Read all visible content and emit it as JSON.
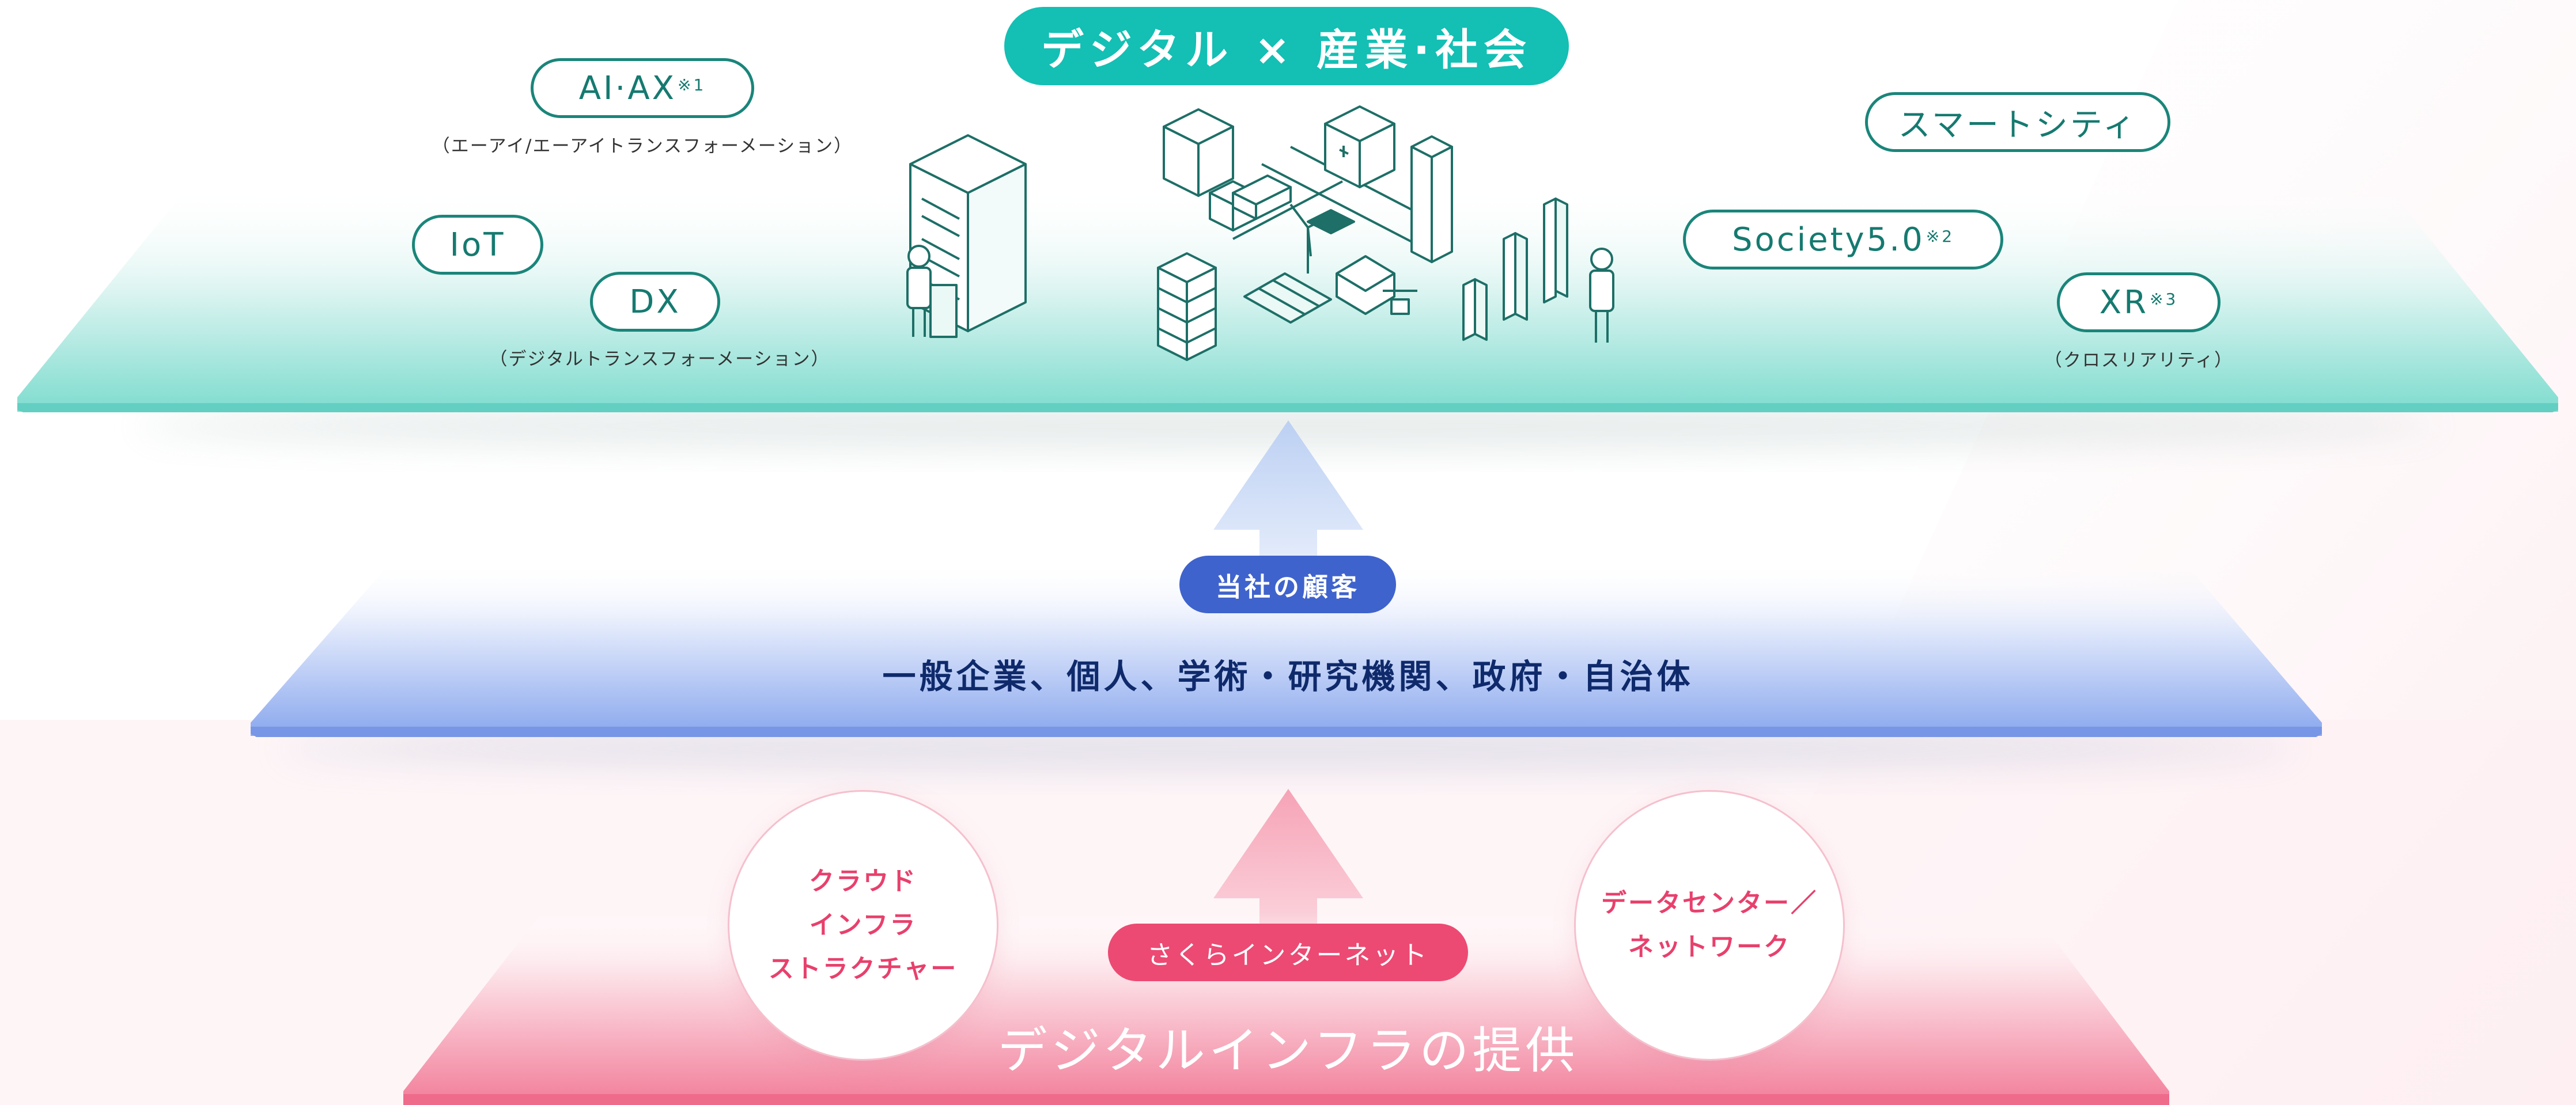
{
  "header": {
    "title": "デジタル × 産業·社会"
  },
  "top_tags": [
    {
      "label": "AI·AX",
      "note": "※1",
      "sub": "（エーアイ/エーアイトランスフォーメーション）"
    },
    {
      "label": "IoT",
      "note": "",
      "sub": ""
    },
    {
      "label": "DX",
      "note": "",
      "sub": "（デジタルトランスフォーメーション）"
    },
    {
      "label": "スマートシティ",
      "note": "",
      "sub": ""
    },
    {
      "label": "Society5.0",
      "note": "※2",
      "sub": ""
    },
    {
      "label": "XR",
      "note": "※3",
      "sub": "（クロスリアリティ）"
    }
  ],
  "customers": {
    "label": "当社の顧客",
    "text": "一般企業、個人、学術・研究機関、政府・自治体"
  },
  "infra": {
    "company": "さくらインターネット",
    "text": "デジタルインフラの提供",
    "left_circle": [
      "クラウド",
      "インフラ",
      "ストラクチャー"
    ],
    "right_circle": [
      "データセンター／",
      "ネットワーク"
    ]
  },
  "colors": {
    "teal": "#14bfb4",
    "teal_dark": "#1a857a",
    "blue": "#3f63cc",
    "navy": "#0f2a6b",
    "pink": "#ec4a73"
  }
}
